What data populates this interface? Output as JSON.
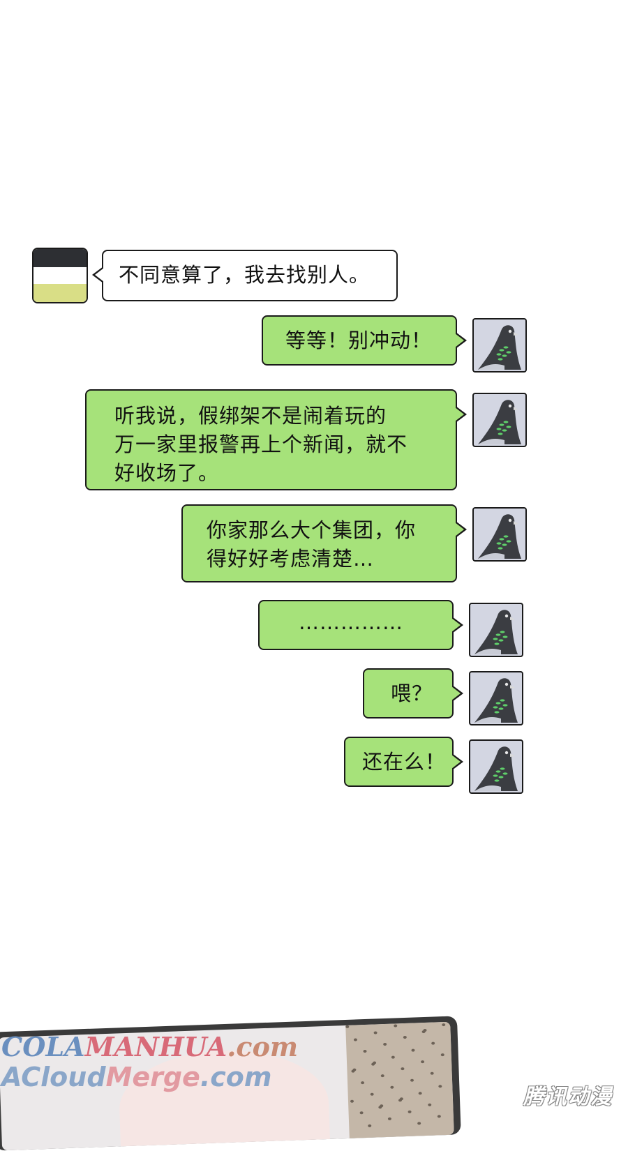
{
  "messages": [
    {
      "side": "left",
      "text": "不同意算了，我去找别人。"
    },
    {
      "side": "right",
      "text": "等等！别冲动！"
    },
    {
      "side": "right",
      "text": "听我说，假绑架不是闹着玩的\n万一家里报警再上个新闻，就不\n好收场了。"
    },
    {
      "side": "right",
      "text": "你家那么大个集团，你\n得好好考虑清楚…"
    },
    {
      "side": "right",
      "text": "……………"
    },
    {
      "side": "right",
      "text": "喂？"
    },
    {
      "side": "right",
      "text": "还在么！"
    }
  ],
  "avatars": {
    "left": "striped-flag-avatar-icon",
    "right": "pigeon-avatar-icon"
  },
  "watermarks": {
    "line1_a": "COLA",
    "line1_b": "MANHUA",
    "line1_c": ".com",
    "line2_a": "ACloud",
    "line2_b": "Merge",
    "line2_c": ".com",
    "corner": "腾讯动漫"
  },
  "colors": {
    "bubble_green": "#a6e27a",
    "bubble_white": "#ffffff",
    "outline": "#1a1a1a"
  }
}
